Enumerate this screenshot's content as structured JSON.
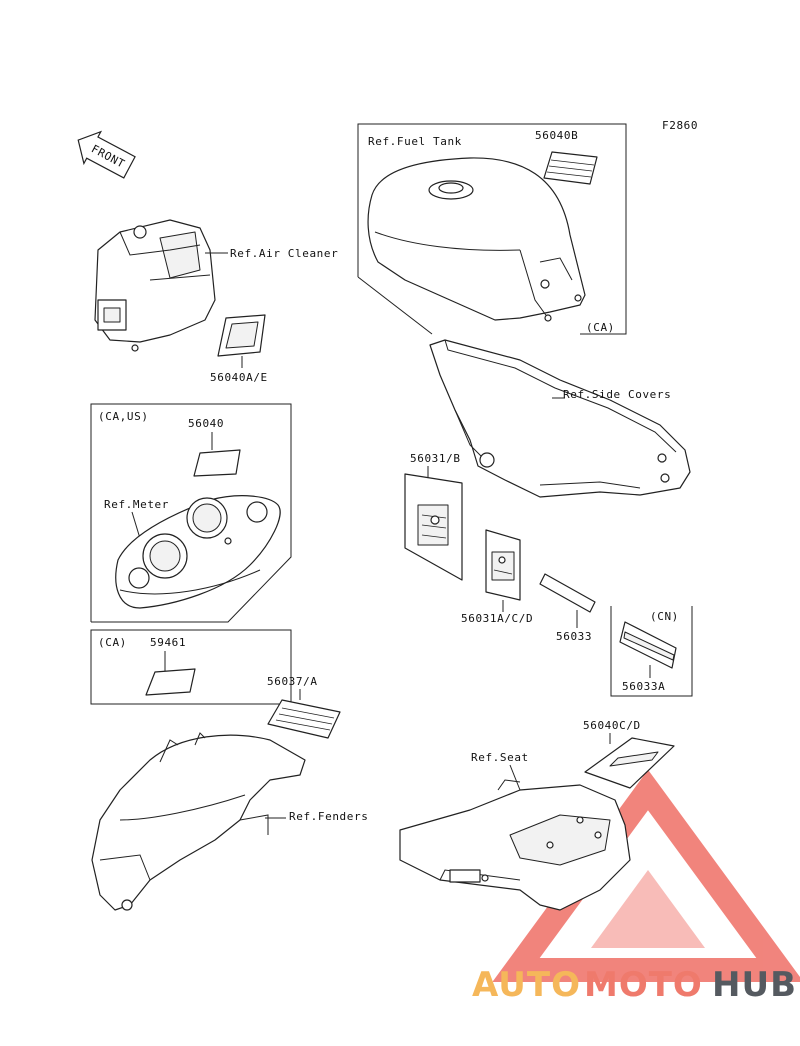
{
  "diagram": {
    "code": "F2860",
    "front_label": "FRONT",
    "refs": {
      "fuel_tank": "Ref.Fuel Tank",
      "air_cleaner": "Ref.Air Cleaner",
      "side_covers": "Ref.Side Covers",
      "meter": "Ref.Meter",
      "fenders": "Ref.Fenders",
      "seat": "Ref.Seat"
    },
    "regions": {
      "ca": "(CA)",
      "ca_us": "(CA,US)",
      "ca_box": "(CA)",
      "cn": "(CN)"
    },
    "parts": {
      "p56040B": "56040B",
      "p56040AE": "56040A/E",
      "p56040": "56040",
      "p59461": "59461",
      "p56031B": "56031/B",
      "p56031ACD": "56031A/C/D",
      "p56033": "56033",
      "p56033A": "56033A",
      "p56037A": "56037/A",
      "p56040CD": "56040C/D"
    }
  },
  "watermark": {
    "part1": "AUTO",
    "part2": "MOTO",
    "part3": "HUB",
    "colors": {
      "auto": "#f5b75a",
      "moto": "#ef7a6c",
      "hub": "#555a60",
      "triangle": "#ef6f66"
    }
  }
}
